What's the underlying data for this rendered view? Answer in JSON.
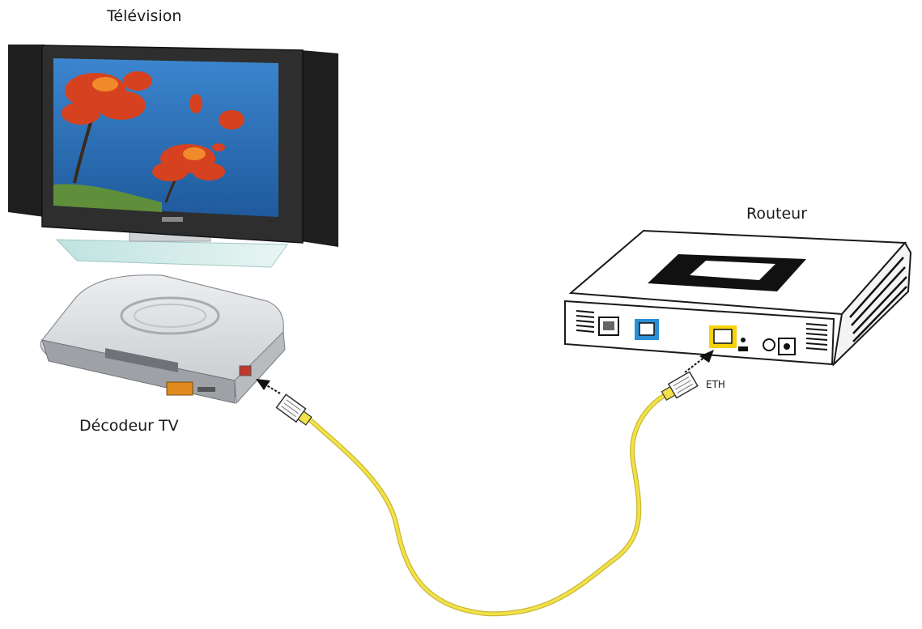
{
  "labels": {
    "television": "Télévision",
    "router": "Routeur",
    "decoder": "Décodeur TV",
    "eth_port": "ETH"
  },
  "colors": {
    "cable": "#f2e24a",
    "cable_outline": "#c9b830",
    "port_highlight_yellow": "#f5d20a",
    "port_highlight_blue": "#2b8fd6",
    "tv_body": "#2b2b2b",
    "screen_sky": "#2a6fb8",
    "decoder_body": "#d6d8db",
    "router_outline": "#1a1a1a"
  },
  "icons": {
    "tv": "television-icon",
    "decoder": "set-top-box-icon",
    "router": "router-icon",
    "connector": "rj45-connector-icon",
    "arrow": "insert-arrow-icon"
  }
}
